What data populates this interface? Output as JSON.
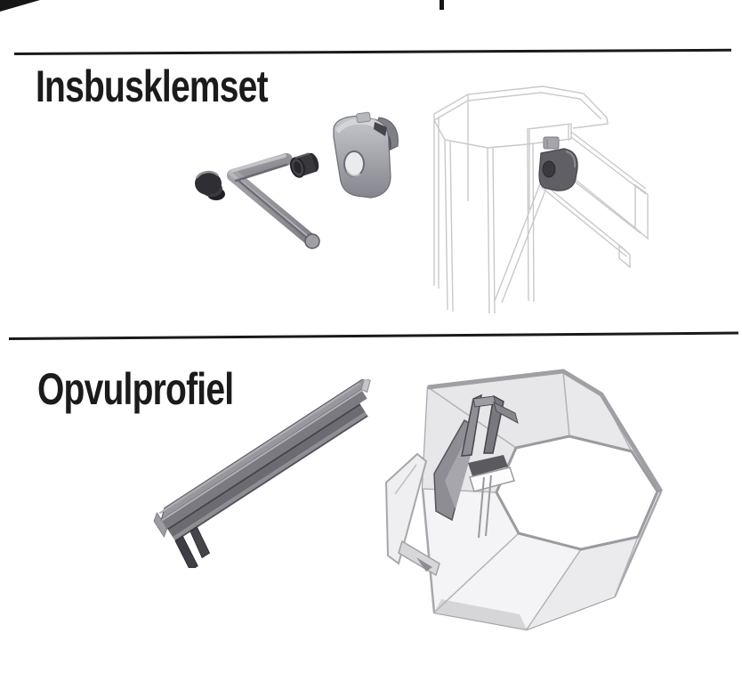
{
  "page": {
    "background": "#ffffff"
  },
  "sections": [
    {
      "title": "Insbusklemset",
      "illustrations": [
        "hex-key-cap-set-screw-clamp-exploded-view",
        "wireframe-post-with-mounted-clamp-and-rail"
      ]
    },
    {
      "title": "Opvulprofiel",
      "illustrations": [
        "filler-profile-strip",
        "octagonal-post-section-with-profile-inserted"
      ]
    }
  ],
  "colors": {
    "divider": "#1a1a1a",
    "title_text": "#1b1b1b",
    "metal_dark": "#3c3c41",
    "metal_mid": "#8e8e94",
    "metal_light": "#c9c9ce",
    "face_light": "#ededef",
    "wireframe_line": "#c9c9cd"
  }
}
